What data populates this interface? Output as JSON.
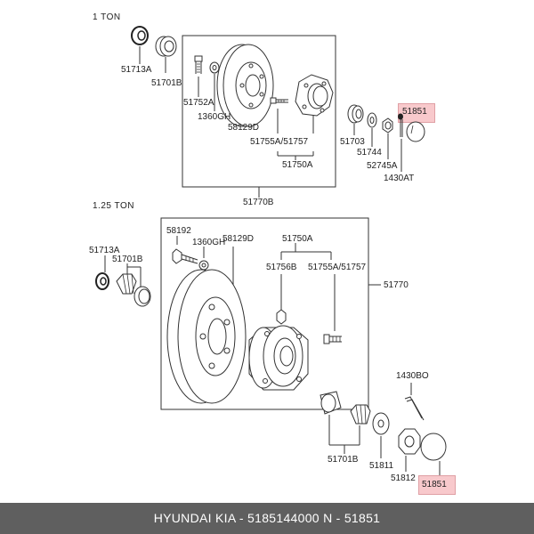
{
  "sections": {
    "top": "1 TON",
    "bottom": "1.25 TON"
  },
  "top_labels": {
    "p51713A": "51713A",
    "p51701B": "51701B",
    "p51752A": "51752A",
    "p1360GH": "1360GH",
    "p58129D": "58129D",
    "p51755A": "51755A/51757",
    "p51750A": "51750A",
    "p51703": "51703",
    "p51744": "51744",
    "p52745A": "52745A",
    "p1430AT": "1430AT",
    "p51851": "51851",
    "p51770B": "51770B"
  },
  "bottom_labels": {
    "p58192": "58192",
    "p1360GH": "1360GH",
    "p58129D": "58129D",
    "p51750A": "51750A",
    "p51756B": "51756B",
    "p51755A": "51755A/51757",
    "p51770": "51770",
    "p51713A": "51713A",
    "p51701B": "51701B",
    "p1430BO": "1430BO",
    "p51701B_2": "51701B",
    "p51811": "51811",
    "p51812": "51812",
    "p51851": "51851"
  },
  "footer": {
    "text": "HYUNDAI  KIA - 5185144000     N - 51851"
  },
  "colors": {
    "highlight": "#f8c9cc",
    "footer_bg": "#5f5f5f",
    "footer_text": "#ffffff",
    "line": "#333333"
  }
}
